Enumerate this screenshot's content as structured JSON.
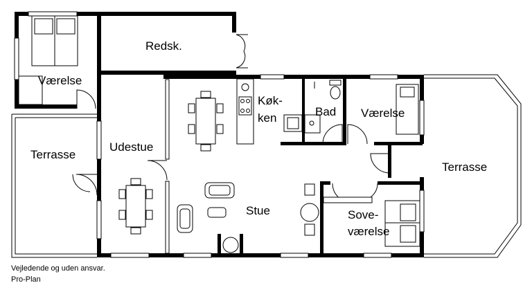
{
  "rooms": {
    "redskab": "Redsk.",
    "vaerelse_nw": "Værelse",
    "terrasse_w": "Terrasse",
    "udestue": "Udestue",
    "koekken_1": "Køk-",
    "koekken_2": "ken",
    "bad": "Bad",
    "vaerelse_e": "Værelse",
    "terrasse_e": "Terrasse",
    "stue": "Stue",
    "sove_1": "Sove-",
    "sove_2": "værelse"
  },
  "footer": {
    "disclaimer": "Vejledende og uden ansvar.",
    "credit": "Pro-Plan"
  }
}
